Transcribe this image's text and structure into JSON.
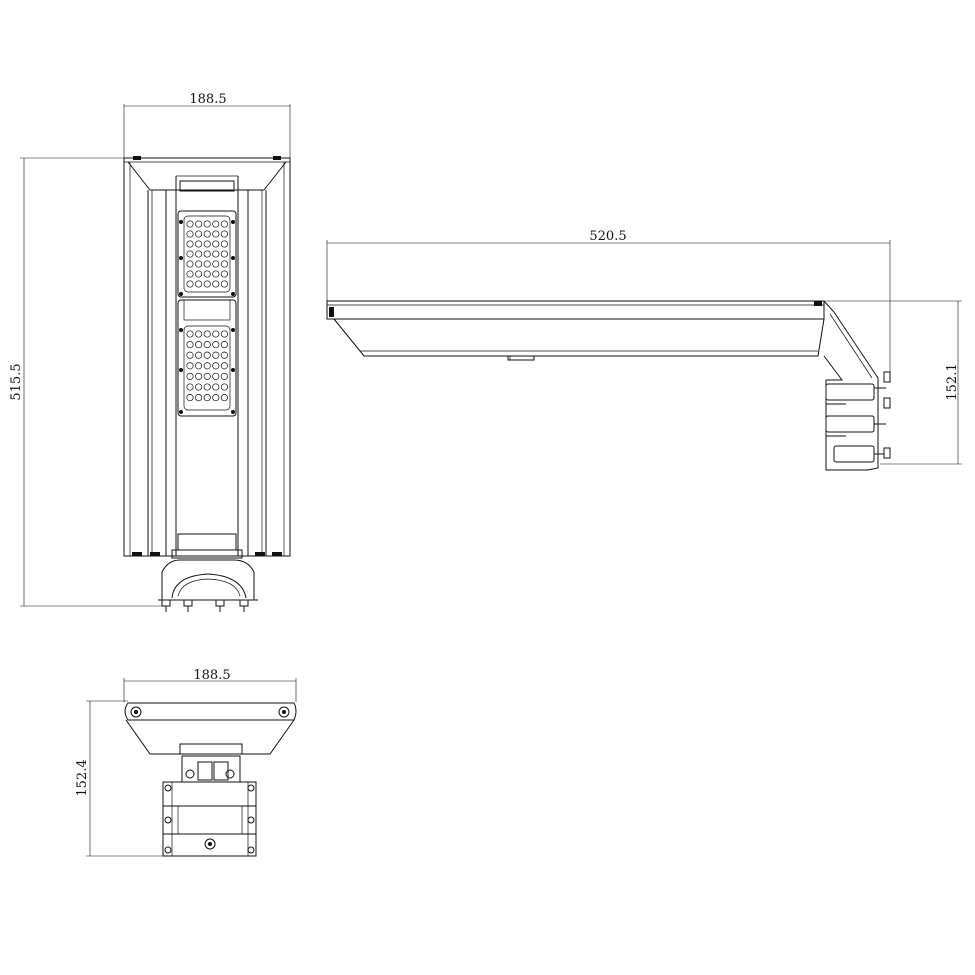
{
  "drawing": {
    "views": {
      "front": {
        "width_dim": "188.5",
        "height_dim": "515.5"
      },
      "side": {
        "length_dim": "520.5",
        "height_dim": "152.1"
      },
      "end": {
        "width_dim": "188.5",
        "height_dim": "152.4"
      }
    }
  }
}
